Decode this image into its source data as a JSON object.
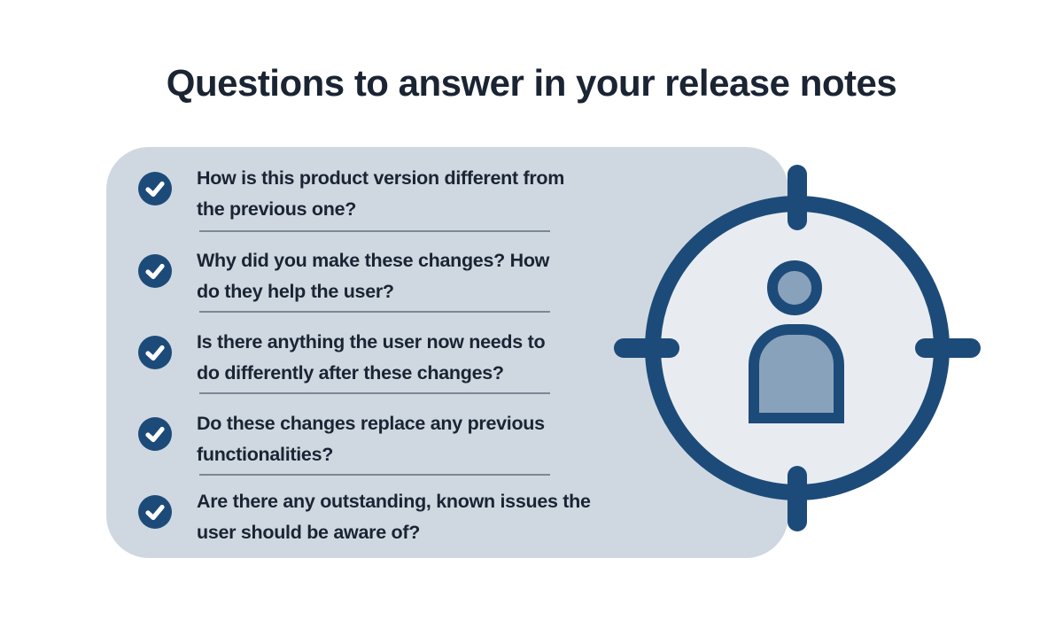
{
  "page": {
    "title": "Questions to answer in your release notes"
  },
  "colors": {
    "navy": "#1d4b79",
    "card_bg": "#cfd8e1",
    "target_fill": "#e8ecf1",
    "person_fill": "#89a2bc",
    "text": "#1a2433",
    "divider": "#7b8794",
    "page_bg": "#ffffff"
  },
  "checklist": {
    "items": [
      {
        "icon": "check-circle-icon",
        "lines": [
          "How is this product version different from",
          "the previous one?"
        ]
      },
      {
        "icon": "check-circle-icon",
        "lines": [
          "Why did you make these changes? How",
          "do they help the user?"
        ]
      },
      {
        "icon": "check-circle-icon",
        "lines": [
          "Is there anything the user now needs to",
          "do differently after these changes?"
        ]
      },
      {
        "icon": "check-circle-icon",
        "lines": [
          "Do these changes replace any previous",
          "functionalities?"
        ]
      },
      {
        "icon": "check-circle-icon",
        "lines": [
          "Are there any outstanding, known issues the",
          "user should be aware of?"
        ]
      }
    ]
  },
  "illustration": {
    "name": "target-user-icon",
    "description": "crosshair target with person inside"
  }
}
